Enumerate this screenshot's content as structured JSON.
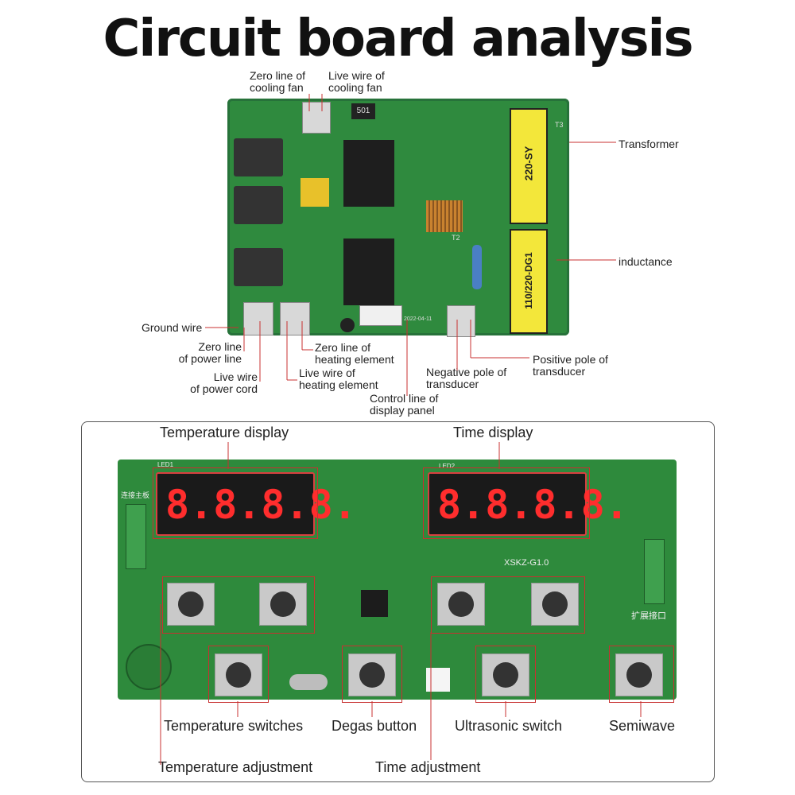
{
  "title": "Circuit board analysis",
  "top_labels": {
    "zero_cooling": [
      "Zero line of",
      "cooling fan"
    ],
    "live_cooling": [
      "Live wire of",
      "cooling fan"
    ],
    "transformer": "Transformer",
    "inductance": "inductance",
    "ground": "Ground wire",
    "zero_power": [
      "Zero line",
      "of power line"
    ],
    "live_power": [
      "Live wire",
      "of power cord"
    ],
    "zero_heating": [
      "Zero line of",
      "heating element"
    ],
    "live_heating": [
      "Live wire of",
      "heating element"
    ],
    "control_line": [
      "Control line of",
      "display panel"
    ],
    "neg_transducer": [
      "Negative pole of",
      "transducer"
    ],
    "pos_transducer": [
      "Positive pole of",
      "transducer"
    ]
  },
  "board1": {
    "transformer_mark": "220-SY",
    "inductor_mark": "110/220-DG1",
    "fuse_mark": "501",
    "t2": "T2",
    "t3": "T3",
    "date": "2022-04-11"
  },
  "bottom_labels": {
    "temp_display": "Temperature display",
    "time_display": "Time display",
    "temp_switches": "Temperature switches",
    "degas": "Degas button",
    "ultrasonic": "Ultrasonic switch",
    "semiwave": "Semiwave",
    "temp_adjust": "Temperature adjustment",
    "time_adjust": "Time adjustment"
  },
  "board2": {
    "led1": "LED1",
    "led2": "LED2",
    "model": "XSKZ-G1.0",
    "conn_left": "连接主板",
    "conn_right": "扩展接口",
    "display_digits": "8.8.8.8."
  },
  "colors": {
    "pcb": "#2f8a3e",
    "leader": "#c83030",
    "segment": "#ff2d2d"
  }
}
